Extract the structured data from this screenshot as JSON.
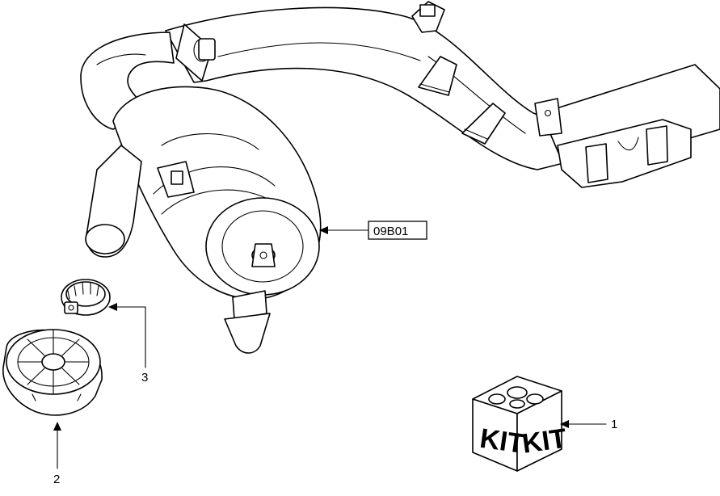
{
  "callouts": {
    "ref_box": "09B01",
    "item_1": "1",
    "item_2": "2",
    "item_3": "3"
  },
  "kit": {
    "left_label": "KIT",
    "right_label": "KIT"
  }
}
